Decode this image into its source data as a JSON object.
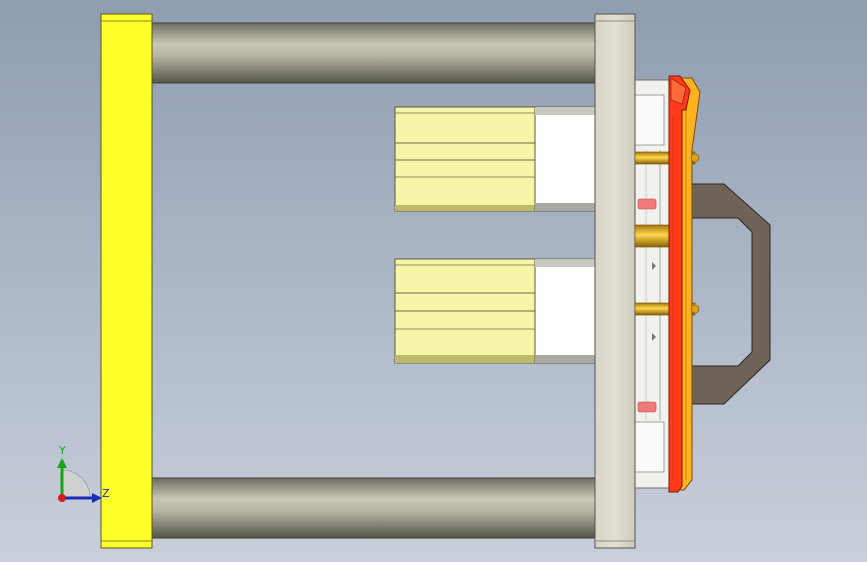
{
  "viewport": {
    "background_top": "#8f9db0",
    "background_bottom": "#c9d0db"
  },
  "parts": {
    "left_platen": {
      "color": "#ffff2a"
    },
    "tie_bars": {
      "color": "#b9b8a6",
      "count": 2
    },
    "moving_platen": {
      "color": "#dedbcf"
    },
    "hydraulic_blocks": {
      "color": "#f7f5a8",
      "count": 2
    },
    "mold_plate_front": {
      "color": "#ff3a1a"
    },
    "mold_plate_back": {
      "color": "#ffb21f"
    },
    "handle_bracket": {
      "color": "#6f6258"
    }
  },
  "triad": {
    "y_label": "Y",
    "z_label": "Z",
    "y_color": "#1aa31a",
    "z_color": "#1a2db8",
    "origin_color": "#d21b1b"
  }
}
